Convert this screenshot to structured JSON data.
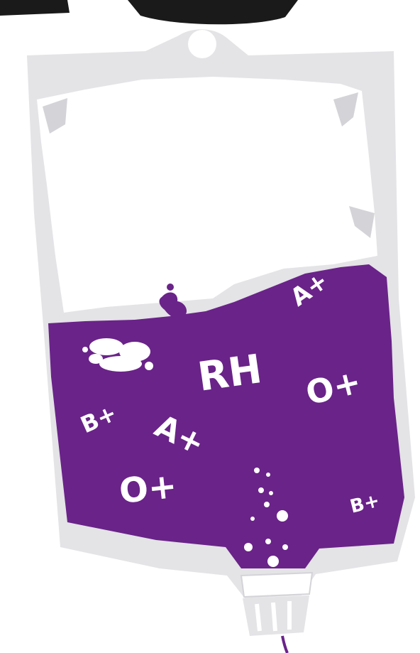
{
  "illustration": {
    "subject": "iv-blood-bag",
    "colors": {
      "blood": "#6a2389",
      "bag": "#e4e3e6",
      "bag_shadow": "#d4d3d7",
      "background": "#ffffff",
      "top_glyph": "#1a1a1a"
    },
    "labels": {
      "rh": "RH",
      "o_plus_right": "O+",
      "o_plus_left": "O+",
      "a_plus_top": "A+",
      "a_plus_mid": "A+",
      "b_plus_left": "B+",
      "b_plus_right": "B+"
    }
  }
}
